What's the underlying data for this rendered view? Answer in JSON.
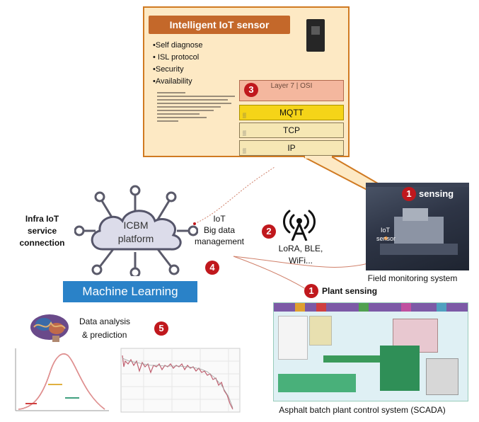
{
  "callout": {
    "title": "Intelligent IoT sensor",
    "bullets": [
      "•Self diagnose",
      "• ISL protocol",
      "•Security",
      "•Availability"
    ],
    "badge": "3",
    "layers": {
      "app": "Layer 7 | OSI",
      "mqtt": "MQTT",
      "tcp": "TCP",
      "ip": "IP"
    }
  },
  "platform": {
    "name_line1": "ICBM",
    "name_line2": "platform"
  },
  "infra": {
    "line1": "Infra IoT",
    "line2": "service",
    "line3": "connection"
  },
  "ml_label": "Machine Learning",
  "bigdata": {
    "line1": "IoT",
    "line2": "Big data",
    "line3": "management",
    "badge": "4"
  },
  "wireless": {
    "badge": "2",
    "line1": "LoRA, BLE,",
    "line2": "WiFi..."
  },
  "sensing": {
    "badge": "1",
    "label": "sensing",
    "iot_sensor_line1": "IoT",
    "iot_sensor_line2": "sensor",
    "caption": "Field monitoring system"
  },
  "plant": {
    "badge": "1",
    "label": "Plant sensing",
    "caption": "Asphalt batch plant control system (SCADA)"
  },
  "analysis": {
    "badge": "5",
    "line1": "Data analysis",
    "line2": "& prediction"
  },
  "colors": {
    "badge": "#c0181d",
    "callout_border": "#d07a22",
    "ml_blue": "#2a82c8",
    "mqtt_yellow": "#f5d418"
  }
}
